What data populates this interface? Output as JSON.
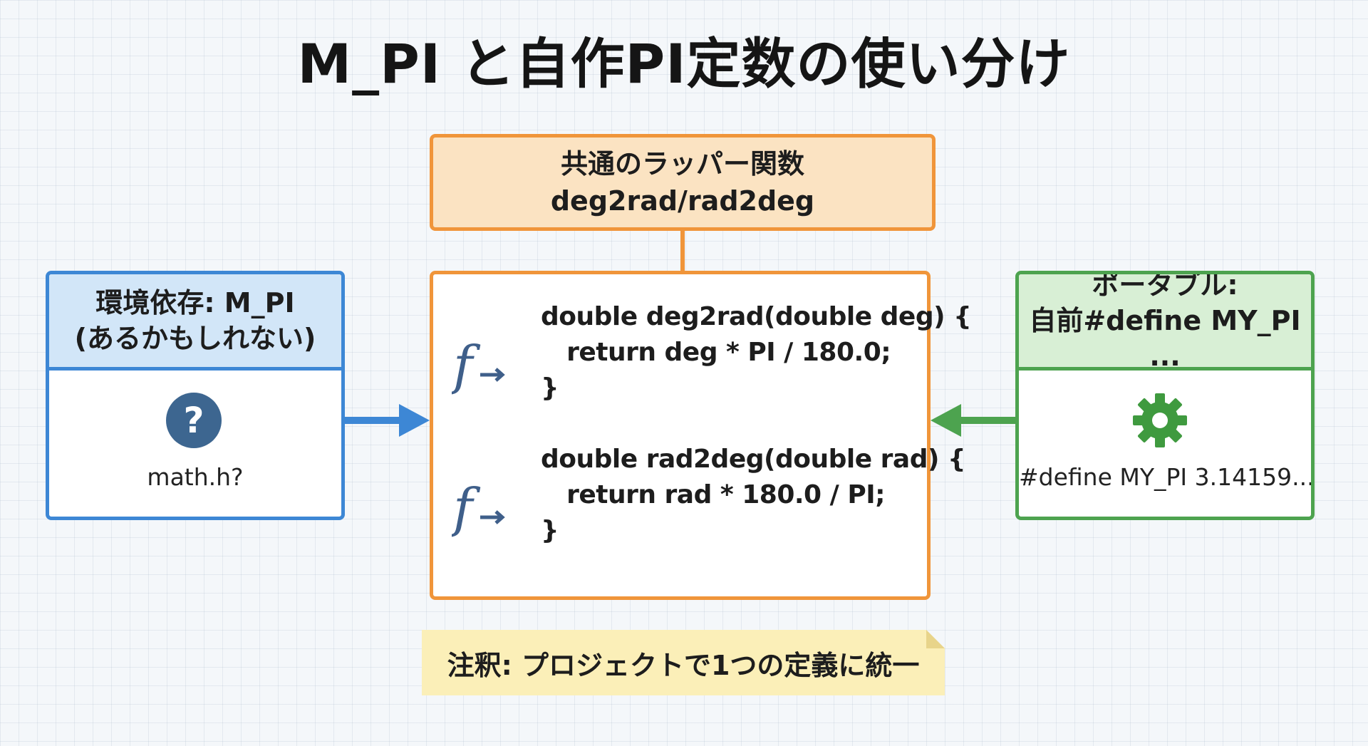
{
  "title": "M_PI と自作PI定数の使い分け",
  "wrapper": {
    "line1": "共通のラッパー関数",
    "line2": "deg2rad/rad2deg"
  },
  "code": {
    "deg2rad": "double deg2rad(double deg) {\n   return deg * PI / 180.0;\n}",
    "rad2deg": "double rad2deg(double rad) {\n   return rad * 180.0 / PI;\n}"
  },
  "left_panel": {
    "line1": "環境依存: M_PI",
    "line2": "(あるかもしれない)",
    "icon": "question-icon",
    "caption": "math.h?"
  },
  "right_panel": {
    "line1": "ポータブル:",
    "line2": "自前#define MY_PI ...",
    "icon": "gear-icon",
    "caption": "#define MY_PI 3.14159..."
  },
  "note": "注釈: プロジェクトで1つの定義に統一",
  "colors": {
    "blue": "#3d87d5",
    "green": "#4da34f",
    "orange": "#f0953a",
    "note": "#fbefb8"
  }
}
